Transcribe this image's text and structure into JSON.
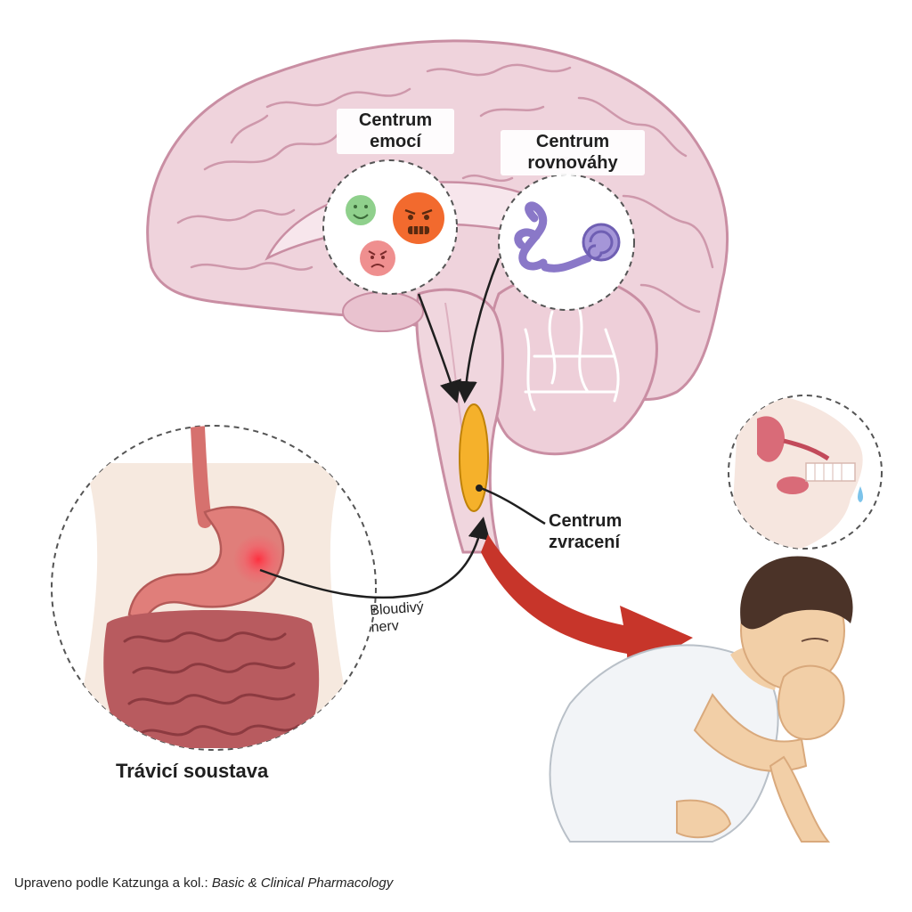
{
  "labels": {
    "emotion_center": [
      "Centrum",
      "emocí"
    ],
    "balance_center": [
      "Centrum",
      "rovnováhy"
    ],
    "vomiting_center": [
      "Centrum",
      "zvracení"
    ],
    "vagus_nerve": [
      "Bloudivý",
      "nerv"
    ],
    "digestive_system": "Trávicí soustava"
  },
  "credit": {
    "prefix": "Upraveno podle Katzunga a kol.: ",
    "source": "Basic & Clinical Pharmacology"
  },
  "colors": {
    "brain": "#efd3dc",
    "brain_outline": "#c98ea3",
    "vomiting_center": "#f5b12b",
    "arrow_red": "#c7352a",
    "stomach": "#e07e7a",
    "intestine": "#b85b5f",
    "emoji_happy": "#8fd08c",
    "emoji_anxious": "#f26a2e",
    "emoji_angry": "#ef8f8f",
    "inner_ear": "#8a78c8",
    "skin": "#f2cfa7",
    "hair": "#4b3328"
  },
  "icons": [
    "happy-face-icon",
    "anxious-face-icon",
    "angry-face-icon",
    "inner-ear-icon",
    "salivary-gland-icon",
    "stomach-icon",
    "intestines-icon",
    "sick-person-icon"
  ]
}
